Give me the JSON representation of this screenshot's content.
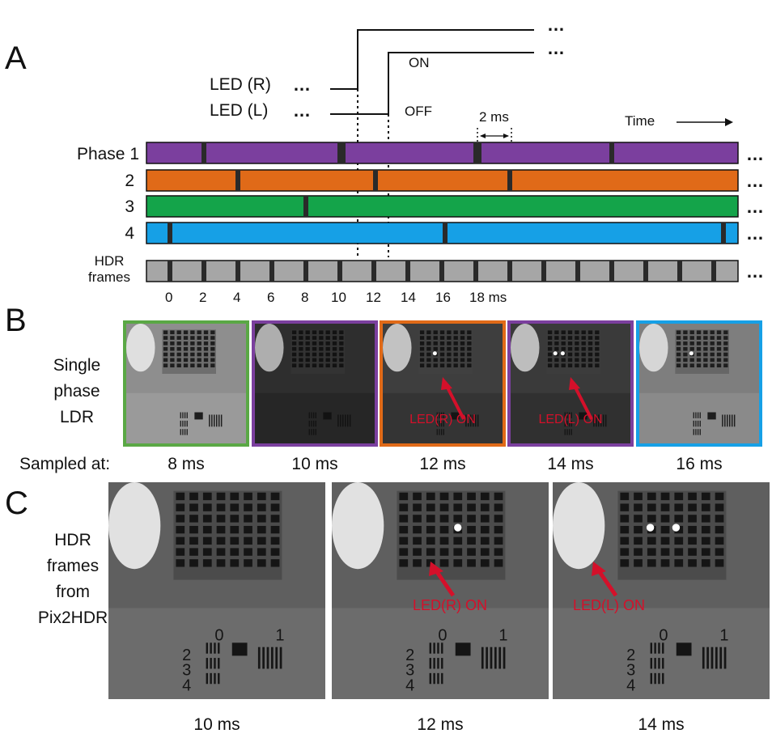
{
  "panels": {
    "a": "A",
    "b": "B",
    "c": "C"
  },
  "led": {
    "r_label": "LED (R)",
    "l_label": "LED (L)",
    "trail": "…",
    "on": "ON",
    "off": "OFF",
    "interval": "2 ms",
    "time": "Time"
  },
  "phases": {
    "labels": [
      "Phase 1",
      "2",
      "3",
      "4"
    ],
    "hdr_label_1": "HDR",
    "hdr_label_2": "frames",
    "colors": {
      "p1": "#7b3f9e",
      "p2": "#e06a18",
      "p3": "#14a44a",
      "p4": "#16a0e6",
      "hdr": "#a6a6a6"
    }
  },
  "axis": {
    "ticks": [
      "0",
      "2",
      "4",
      "6",
      "8",
      "10",
      "12",
      "14",
      "16",
      "18 ms"
    ]
  },
  "single_phase": {
    "label_lines": [
      "Single",
      "phase",
      "LDR"
    ],
    "sampled_label": "Sampled at:",
    "frames": [
      {
        "time": "8 ms",
        "border": "#5aa845",
        "caption": ""
      },
      {
        "time": "10 ms",
        "border": "#7b3f9e",
        "caption": ""
      },
      {
        "time": "12 ms",
        "border": "#e06a18",
        "caption": "LED(R) ON"
      },
      {
        "time": "14 ms",
        "border": "#7b3f9e",
        "caption": "LED(L) ON"
      },
      {
        "time": "16 ms",
        "border": "#16a0e6",
        "caption": ""
      }
    ]
  },
  "hdr_frames": {
    "label_lines": [
      "HDR",
      "frames",
      "from",
      "Pix2HDR"
    ],
    "frames": [
      {
        "time": "10 ms",
        "caption": ""
      },
      {
        "time": "12 ms",
        "caption": "LED(R) ON"
      },
      {
        "time": "14 ms",
        "caption": "LED(L) ON"
      }
    ],
    "chart_nums": [
      "0",
      "1",
      "2",
      "3",
      "4"
    ]
  }
}
